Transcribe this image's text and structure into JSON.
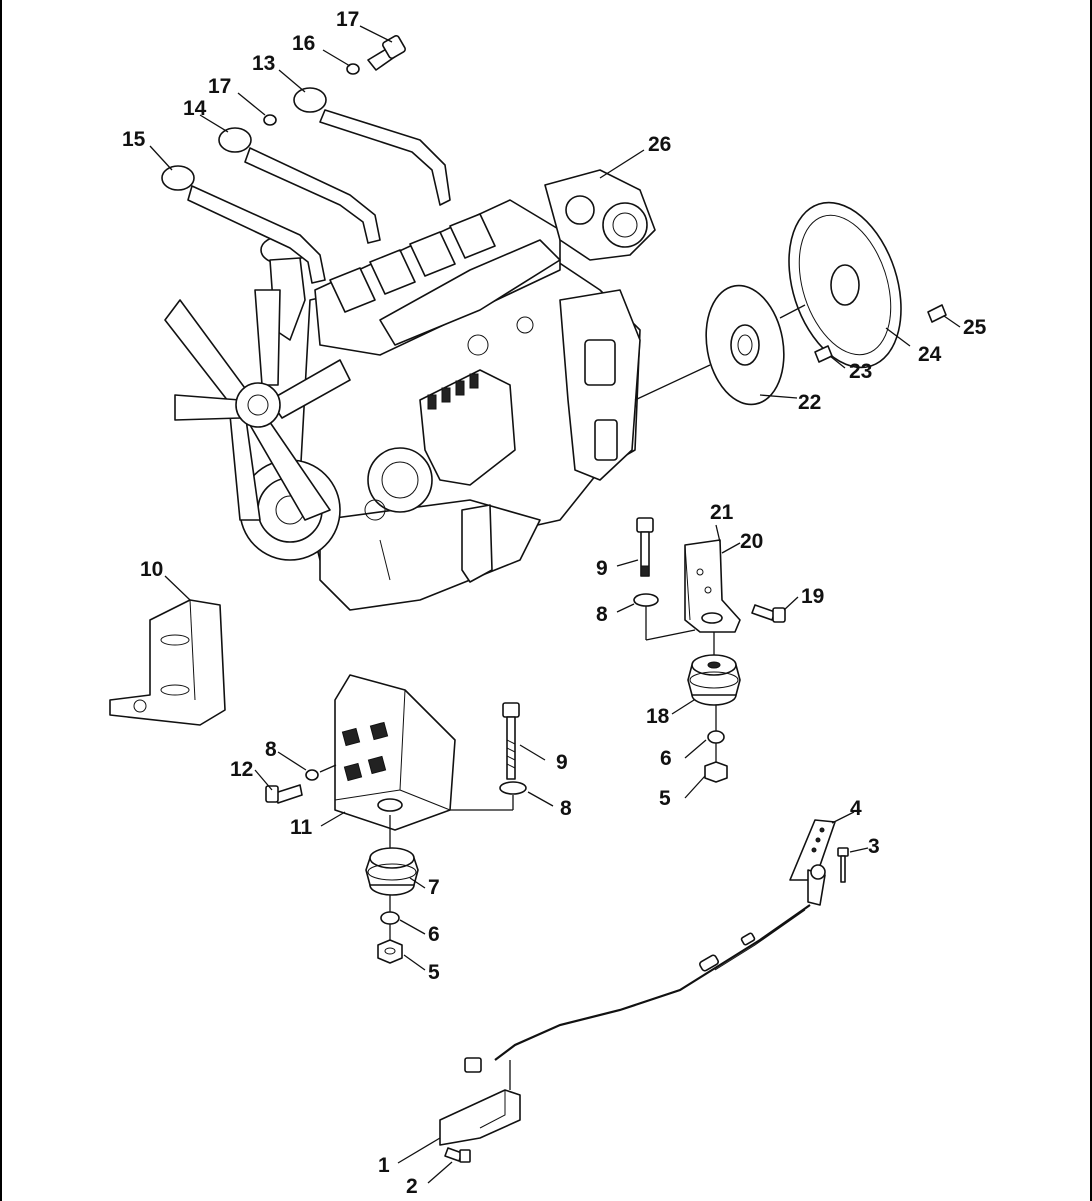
{
  "diagram": {
    "labels": [
      "1",
      "2",
      "3",
      "4",
      "5",
      "5",
      "6",
      "6",
      "7",
      "8",
      "8",
      "8",
      "9",
      "9",
      "10",
      "11",
      "12",
      "13",
      "14",
      "15",
      "16",
      "17",
      "17",
      "18",
      "19",
      "20",
      "21",
      "22",
      "23",
      "24",
      "25",
      "26"
    ]
  }
}
